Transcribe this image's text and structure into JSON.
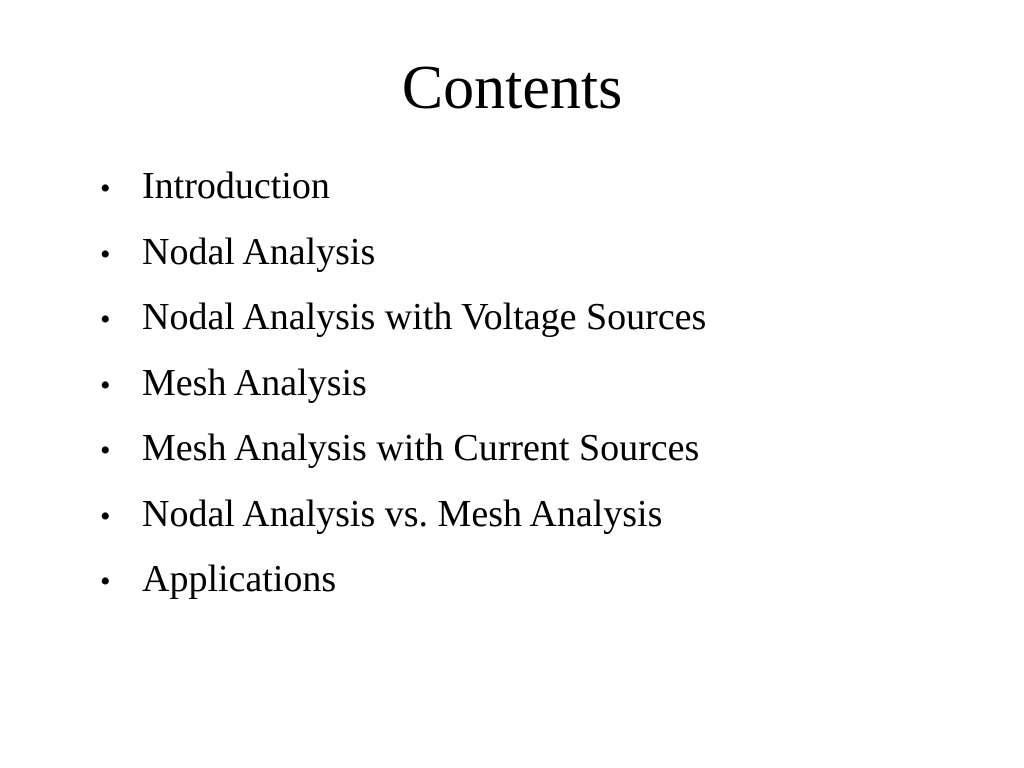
{
  "slide": {
    "title": "Contents",
    "bullet_glyph": "•",
    "items": [
      {
        "label": "Introduction"
      },
      {
        "label": "Nodal Analysis"
      },
      {
        "label": "Nodal Analysis with Voltage Sources"
      },
      {
        "label": "Mesh Analysis"
      },
      {
        "label": "Mesh Analysis with Current Sources"
      },
      {
        "label": "Nodal Analysis vs. Mesh Analysis"
      },
      {
        "label": "Applications"
      }
    ]
  }
}
